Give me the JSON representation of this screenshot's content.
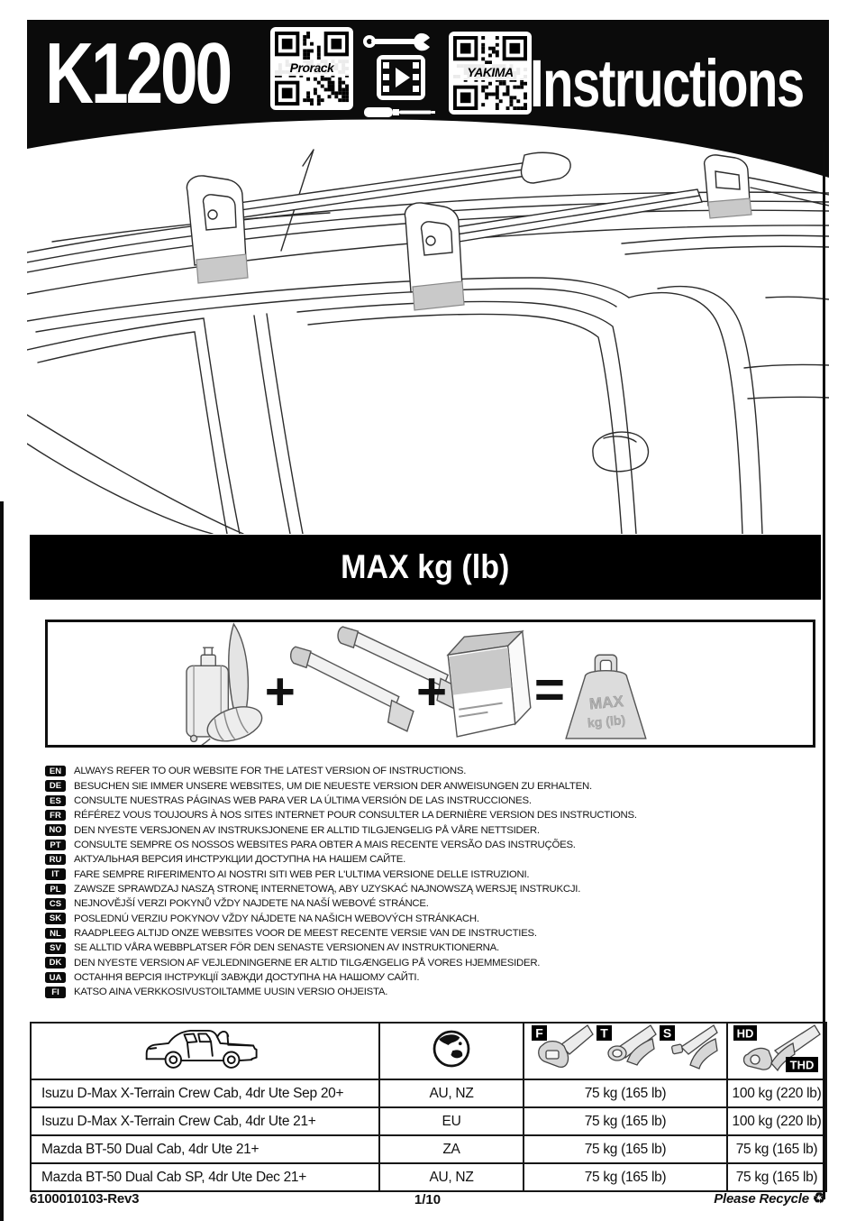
{
  "header": {
    "model": "K1200",
    "title": "Instructions",
    "qr_left_label": "Prorack",
    "qr_right_label": "YAKIMA"
  },
  "max_banner": {
    "label": "MAX kg (lb)"
  },
  "diagram": {
    "plus": "+",
    "equals": "=",
    "weight_top": "MAX",
    "weight_bottom": "kg (lb)"
  },
  "languages": [
    {
      "code": "EN",
      "text": "ALWAYS REFER TO OUR WEBSITE FOR THE LATEST VERSION OF INSTRUCTIONS."
    },
    {
      "code": "DE",
      "text": "BESUCHEN SIE IMMER UNSERE WEBSITES, UM DIE NEUESTE VERSION DER ANWEISUNGEN ZU ERHALTEN."
    },
    {
      "code": "ES",
      "text": "CONSULTE NUESTRAS PÁGINAS WEB PARA VER LA ÚLTIMA VERSIÓN DE LAS INSTRUCCIONES."
    },
    {
      "code": "FR",
      "text": "RÉFÉREZ VOUS TOUJOURS À NOS SITES INTERNET POUR CONSULTER LA DERNIÈRE VERSION DES INSTRUCTIONS."
    },
    {
      "code": "NO",
      "text": "DEN NYESTE VERSJONEN AV INSTRUKSJONENE ER ALLTID TILGJENGELIG PÅ VÅRE NETTSIDER."
    },
    {
      "code": "PT",
      "text": "CONSULTE SEMPRE OS NOSSOS WEBSITES PARA OBTER A MAIS RECENTE VERSÃO DAS INSTRUÇÕES."
    },
    {
      "code": "RU",
      "text": "АКТУАЛЬНАЯ ВЕРСИЯ ИНСТРУКЦИИ ДОСТУПНА НА НАШЕМ САЙТЕ."
    },
    {
      "code": "IT",
      "text": "FARE SEMPRE RIFERIMENTO AI NOSTRI SITI WEB PER L'ULTIMA VERSIONE DELLE ISTRUZIONI."
    },
    {
      "code": "PL",
      "text": "ZAWSZE SPRAWDZAJ NASZĄ STRONĘ INTERNETOWĄ, ABY UZYSKAĆ NAJNOWSZĄ WERSJĘ INSTRUKCJI."
    },
    {
      "code": "CS",
      "text": "NEJNOVĚJŠÍ VERZI POKYNŮ VŽDY NAJDETE NA NAŠÍ WEBOVÉ STRÁNCE."
    },
    {
      "code": "SK",
      "text": "POSLEDNÚ VERZIU POKYNOV VŽDY NÁJDETE NA NAŠICH WEBOVÝCH STRÁNKACH."
    },
    {
      "code": "NL",
      "text": "RAADPLEEG ALTIJD ONZE WEBSITES VOOR DE MEEST RECENTE VERSIE VAN DE INSTRUCTIES."
    },
    {
      "code": "SV",
      "text": "SE ALLTID VÅRA WEBBPLATSER FÖR DEN SENASTE VERSIONEN AV INSTRUKTIONERNA."
    },
    {
      "code": "DK",
      "text": "DEN NYESTE VERSION AF VEJLEDNINGERNE ER ALTID TILGÆNGELIG PÅ VORES HJEMMESIDER."
    },
    {
      "code": "UA",
      "text": "ОСТАННЯ ВЕРСІЯ ІНСТРУКЦІЇ ЗАВЖДИ ДОСТУПНА НА НАШОМУ САЙТІ."
    },
    {
      "code": "FI",
      "text": "KATSO AINA VERKKOSIVUSTOILTAMME UUSIN VERSIO OHJEISTA."
    }
  ],
  "fit_table": {
    "bar_type_labels": [
      "F",
      "T",
      "S"
    ],
    "hd_labels": [
      "HD",
      "THD"
    ],
    "rows": [
      {
        "vehicle": "Isuzu D-Max X-Terrain Crew Cab, 4dr Ute Sep 20+",
        "region": "AU, NZ",
        "fts_load": "75 kg (165 lb)",
        "hd_load": "100 kg (220 lb)"
      },
      {
        "vehicle": "Isuzu D-Max X-Terrain Crew Cab, 4dr Ute 21+",
        "region": "EU",
        "fts_load": "75 kg (165 lb)",
        "hd_load": "100 kg (220 lb)"
      },
      {
        "vehicle": "Mazda BT-50 Dual Cab, 4dr Ute 21+",
        "region": "ZA",
        "fts_load": "75 kg (165 lb)",
        "hd_load": "75 kg (165 lb)"
      },
      {
        "vehicle": "Mazda BT-50 Dual Cab SP, 4dr Ute Dec 21+",
        "region": "AU, NZ",
        "fts_load": "75 kg (165 lb)",
        "hd_load": "75 kg (165 lb)"
      }
    ]
  },
  "footer": {
    "doc_number": "6100010103-Rev3",
    "page": "1/10",
    "recycle": "Please Recycle",
    "recycle_symbol": "♻"
  }
}
